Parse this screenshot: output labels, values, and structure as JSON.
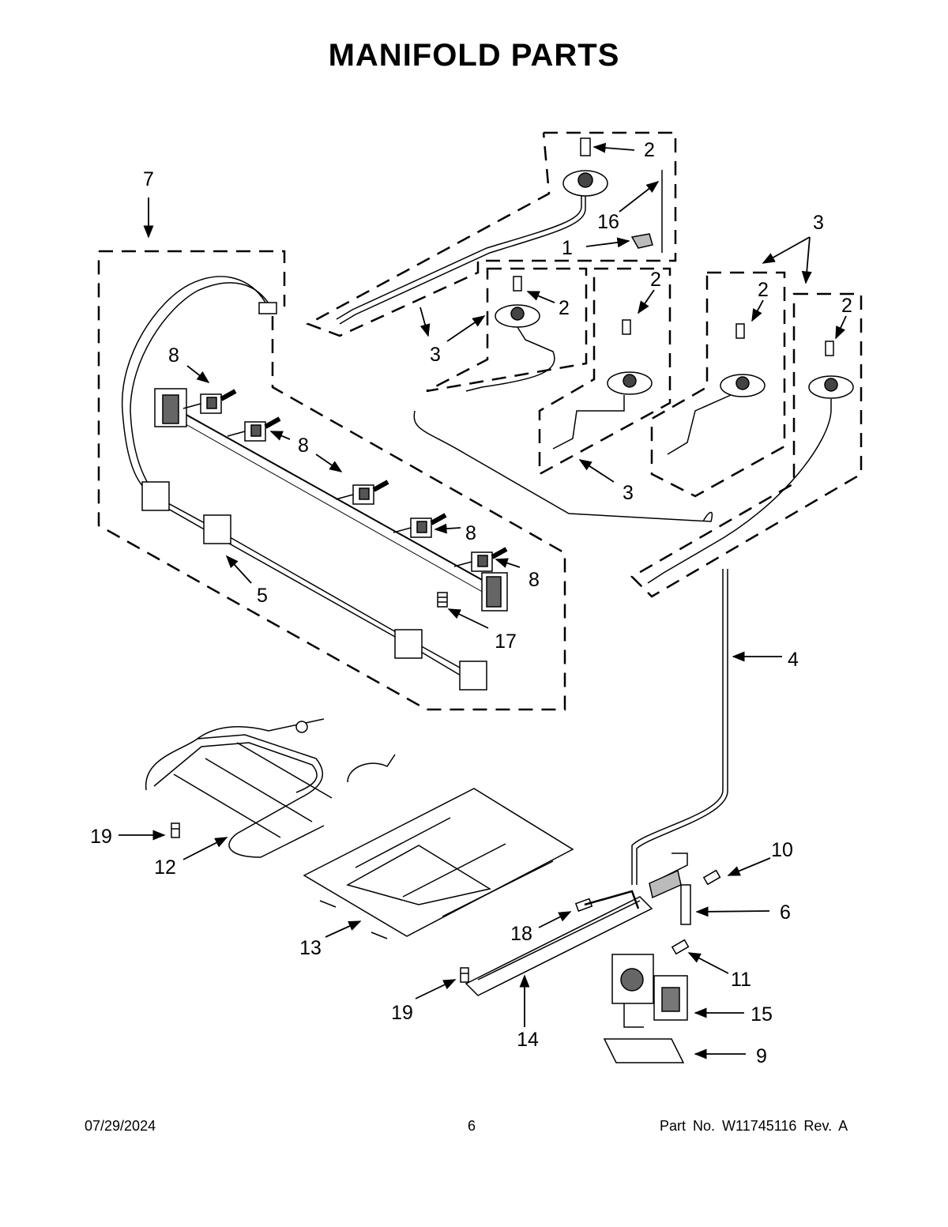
{
  "page": {
    "title": "MANIFOLD PARTS",
    "footer": {
      "date": "07/29/2024",
      "page_number": "6",
      "part_no": "Part No.  W11745116  Rev.  A"
    }
  },
  "callouts": {
    "c1": "1",
    "c2a": "2",
    "c2b": "2",
    "c2c": "2",
    "c2d": "2",
    "c2e": "2",
    "c3a": "3",
    "c3b": "3",
    "c3c": "3",
    "c4": "4",
    "c5": "5",
    "c6": "6",
    "c7": "7",
    "c8a": "8",
    "c8b": "8",
    "c8c": "8",
    "c8d": "8",
    "c9": "9",
    "c10": "10",
    "c11": "11",
    "c12": "12",
    "c13": "13",
    "c14": "14",
    "c15": "15",
    "c16": "16",
    "c17": "17",
    "c18": "18",
    "c19a": "19",
    "c19b": "19"
  }
}
